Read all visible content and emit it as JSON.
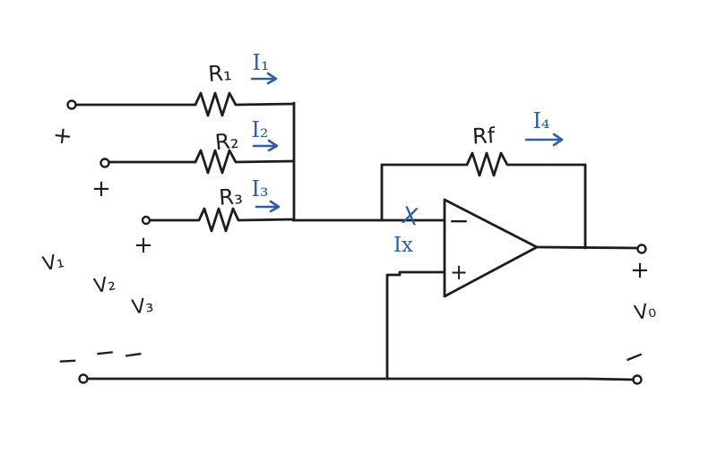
{
  "figure": {
    "type": "hand-drawn circuit sketch",
    "description": "Three-input inverting summing amplifier (op-amp) with feedback resistor"
  },
  "colors": {
    "ink": "#1d1d1f",
    "annotation_blue": "#2d5fa9",
    "background": "#ffffff"
  },
  "components": {
    "input_branches": [
      {
        "resistor": "R₁",
        "current": "I₁",
        "source_voltage": "V₁",
        "polarity_plus": "+",
        "polarity_minus": "−"
      },
      {
        "resistor": "R₂",
        "current": "I₂",
        "source_voltage": "V₂",
        "polarity_plus": "+",
        "polarity_minus": "−"
      },
      {
        "resistor": "R₃",
        "current": "I₃",
        "source_voltage": "V₃",
        "polarity_plus": "+",
        "polarity_minus": "−"
      }
    ],
    "feedback": {
      "resistor": "Rf",
      "current": "I₄"
    },
    "summing_node": {
      "label": "X",
      "current": "Ix"
    },
    "opamp": {
      "inverting_input": "−",
      "noninverting_input": "+"
    },
    "output": {
      "voltage": "V₀",
      "polarity_plus": "+",
      "polarity_minus": "−"
    }
  }
}
